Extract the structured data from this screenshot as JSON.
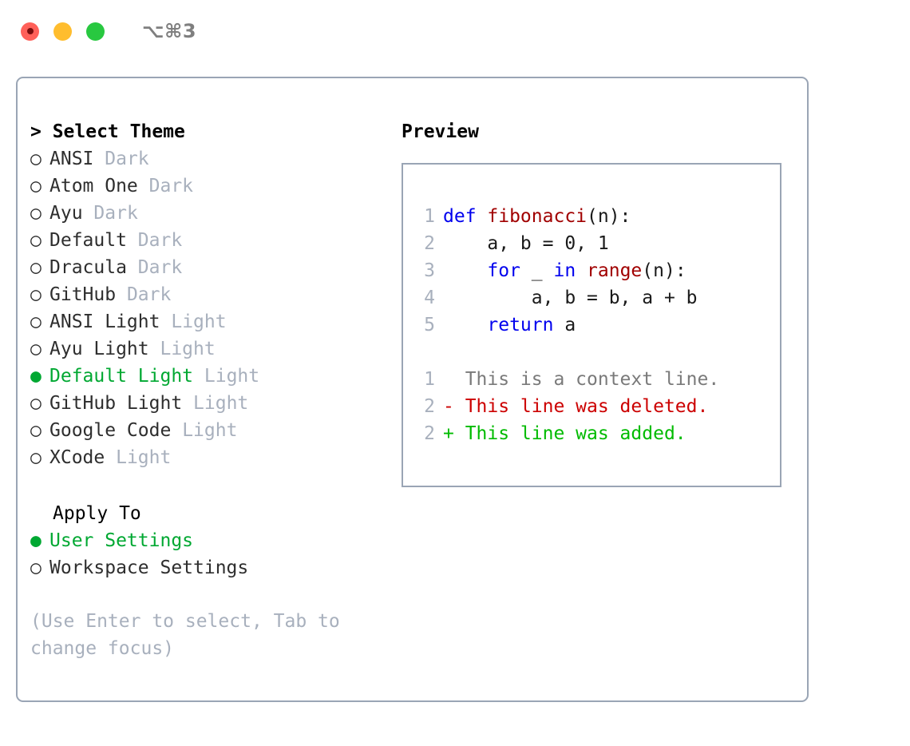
{
  "titlebar": {
    "shortcut": "⌥⌘3",
    "lights": [
      {
        "name": "close",
        "color": "#ff6059"
      },
      {
        "name": "minimize",
        "color": "#ffbd2e"
      },
      {
        "name": "maximize",
        "color": "#28c840"
      }
    ]
  },
  "theme_picker": {
    "header": "> Select Theme",
    "selected_bullet": "●",
    "unselected_bullet": "○",
    "items": [
      {
        "bullet": "○",
        "label": "ANSI",
        "tag": "Dark",
        "selected": false
      },
      {
        "bullet": "○",
        "label": "Atom One",
        "tag": "Dark",
        "selected": false
      },
      {
        "bullet": "○",
        "label": "Ayu",
        "tag": "Dark",
        "selected": false
      },
      {
        "bullet": "○",
        "label": "Default",
        "tag": "Dark",
        "selected": false
      },
      {
        "bullet": "○",
        "label": "Dracula",
        "tag": "Dark",
        "selected": false
      },
      {
        "bullet": "○",
        "label": "GitHub",
        "tag": "Dark",
        "selected": false
      },
      {
        "bullet": "○",
        "label": "ANSI Light",
        "tag": "Light",
        "selected": false
      },
      {
        "bullet": "○",
        "label": "Ayu Light",
        "tag": "Light",
        "selected": false
      },
      {
        "bullet": "●",
        "label": "Default Light",
        "tag": "Light",
        "selected": true
      },
      {
        "bullet": "○",
        "label": "GitHub Light",
        "tag": "Light",
        "selected": false
      },
      {
        "bullet": "○",
        "label": "Google Code",
        "tag": "Light",
        "selected": false
      },
      {
        "bullet": "○",
        "label": "XCode",
        "tag": "Light",
        "selected": false
      }
    ]
  },
  "apply_to": {
    "header": "Apply To",
    "items": [
      {
        "bullet": "●",
        "label": "User Settings",
        "selected": true
      },
      {
        "bullet": "○",
        "label": "Workspace Settings",
        "selected": false
      }
    ]
  },
  "hint": "(Use Enter to select, Tab to change focus)",
  "preview": {
    "title": "Preview",
    "code_lines": [
      {
        "num": "1",
        "tokens": [
          {
            "t": "def ",
            "c": "kw"
          },
          {
            "t": "fibonacci",
            "c": "fn"
          },
          {
            "t": "(n):",
            "c": "pl"
          }
        ]
      },
      {
        "num": "2",
        "tokens": [
          {
            "t": "    a, b = 0, 1",
            "c": "pl"
          }
        ]
      },
      {
        "num": "3",
        "tokens": [
          {
            "t": "    ",
            "c": "pl"
          },
          {
            "t": "for",
            "c": "kw"
          },
          {
            "t": " _ ",
            "c": "pl"
          },
          {
            "t": "in",
            "c": "kw"
          },
          {
            "t": " ",
            "c": "pl"
          },
          {
            "t": "range",
            "c": "fn"
          },
          {
            "t": "(n):",
            "c": "pl"
          }
        ]
      },
      {
        "num": "4",
        "tokens": [
          {
            "t": "        a, b = b, a + b",
            "c": "pl"
          }
        ]
      },
      {
        "num": "5",
        "tokens": [
          {
            "t": "    ",
            "c": "pl"
          },
          {
            "t": "return",
            "c": "kw"
          },
          {
            "t": " a",
            "c": "pl"
          }
        ]
      }
    ],
    "diff_lines": [
      {
        "num": "1",
        "marker": " ",
        "text": "  This is a context line.",
        "kind": "ctx"
      },
      {
        "num": "2",
        "marker": "-",
        "text": "- This line was deleted.",
        "kind": "del"
      },
      {
        "num": "2",
        "marker": "+",
        "text": "+ This line was added.",
        "kind": "add"
      }
    ]
  },
  "colors": {
    "accent_green": "#00a832",
    "border": "#9aa5b5",
    "muted": "#a8b0bd",
    "keyword": "#0000ee",
    "function": "#a10000",
    "diff_delete": "#cc0000",
    "diff_add": "#00bb00",
    "diff_context": "#7a7a7a"
  }
}
